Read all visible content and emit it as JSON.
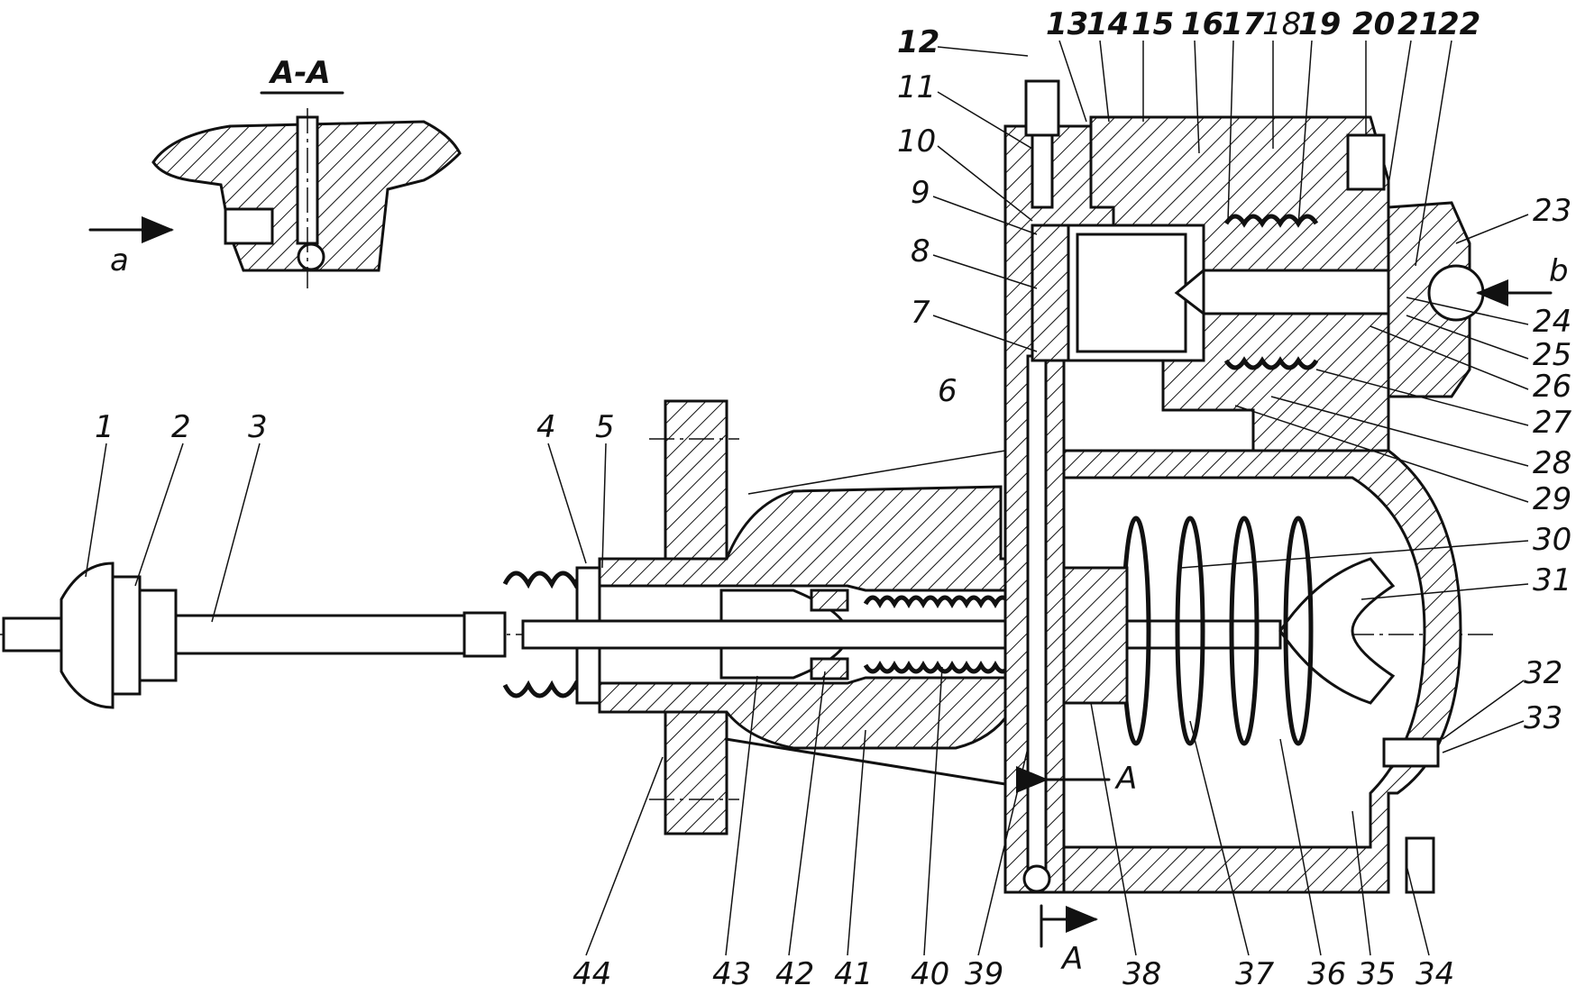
{
  "section_view": {
    "title": "A-A",
    "arrow_label": "a"
  },
  "view_arrow_b": "b",
  "section_marks": [
    "A",
    "A"
  ],
  "part_numbers": [
    "1",
    "2",
    "3",
    "4",
    "5",
    "6",
    "7",
    "8",
    "9",
    "10",
    "11",
    "12",
    "13",
    "14",
    "15",
    "16",
    "17",
    "18",
    "19",
    "20",
    "21",
    "22",
    "23",
    "24",
    "25",
    "26",
    "27",
    "28",
    "29",
    "30",
    "31",
    "32",
    "33",
    "34",
    "35",
    "36",
    "37",
    "38",
    "39",
    "40",
    "41",
    "42",
    "43",
    "44"
  ]
}
